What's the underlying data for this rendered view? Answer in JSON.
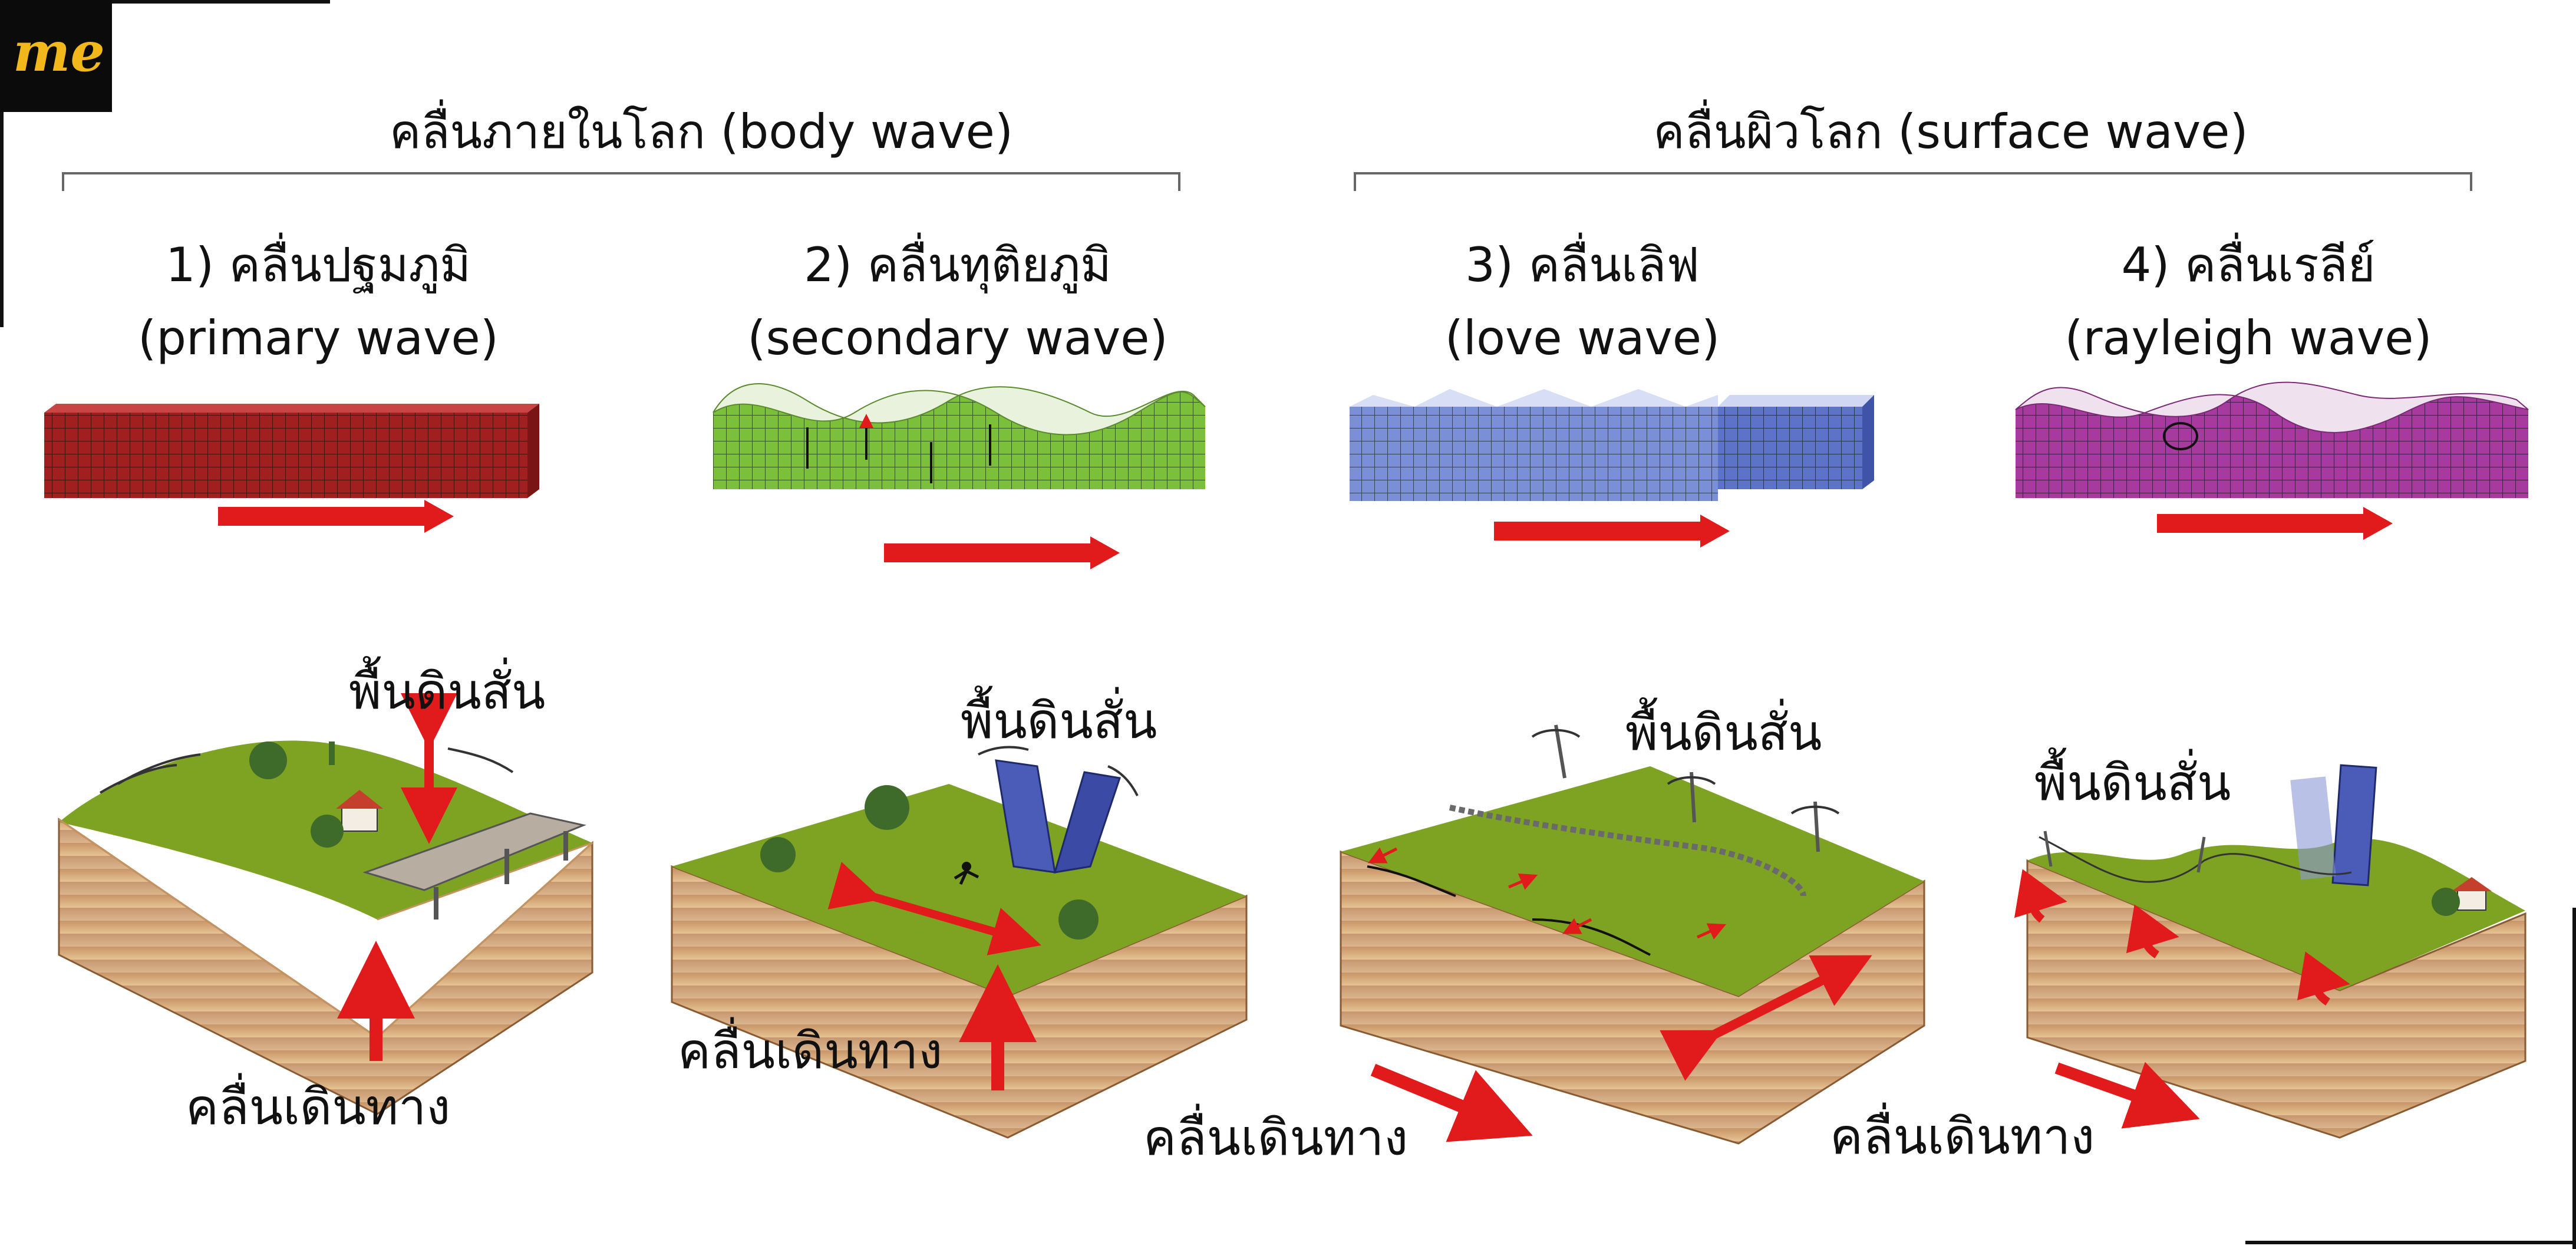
{
  "logo": {
    "text": "me"
  },
  "groups": {
    "body": {
      "title": "คลื่นภายในโลก (body wave)"
    },
    "surface": {
      "title": "คลื่นผิวโลก (surface wave)"
    }
  },
  "waves": [
    {
      "title_th": "1) คลื่นปฐมภูมิ",
      "title_en": "(primary wave)",
      "color": "#a11f1f"
    },
    {
      "title_th": "2) คลื่นทุติยภูมิ",
      "title_en": "(secondary wave)",
      "color": "#7bbf3a"
    },
    {
      "title_th": "3) คลื่นเลิฟ",
      "title_en": "(love wave)",
      "color": "#7a8fd6"
    },
    {
      "title_th": "4) คลื่นเรลีย์",
      "title_en": "(rayleigh wave)",
      "color": "#a63a9e"
    }
  ],
  "labels": {
    "ground_shaking": "พื้นดินสั่น",
    "traveling_wave": "คลื่นเดินทาง"
  },
  "colors": {
    "arrow": "#e11b1b",
    "grass": "#7ea323",
    "soil_dark": "#a8683a",
    "soil_light": "#e6c293",
    "building": "#4a5bb8",
    "tree": "#3f6b2a"
  }
}
